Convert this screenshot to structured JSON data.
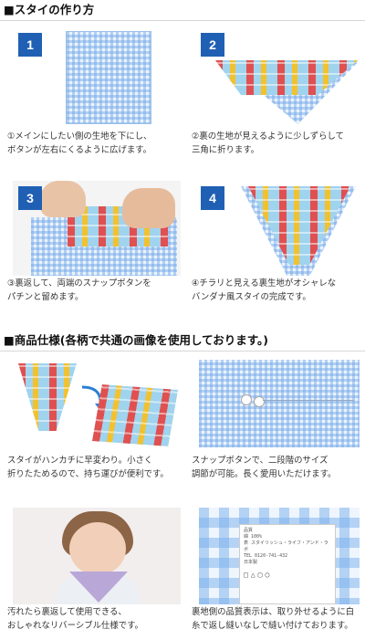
{
  "section1": {
    "title": "■スタイの作り方"
  },
  "steps": [
    {
      "number": "1",
      "caption": "①メインにしたい側の生地を下にし、\nボタンが左右にくるように広げます。"
    },
    {
      "number": "2",
      "caption": "②裏の生地が見えるように少しずらして\n三角に折ります。"
    },
    {
      "number": "3",
      "caption": "③裏返して、両端のスナップボタンを\nパチンと留めます。"
    },
    {
      "number": "4",
      "caption": "④チラリと見える裏生地がオシャレな\nバンダナ風スタイの完成です。"
    }
  ],
  "section2": {
    "title": "■商品仕様(各柄で共通の画像を使用しております。)"
  },
  "features": [
    {
      "caption": "スタイがハンカチに早変わり。小さく\n折りたためるので、持ち運びが便利です。"
    },
    {
      "caption": "スナップボタンで、二段階のサイズ\n調節が可能。長く愛用いただけます。"
    },
    {
      "caption": "汚れたら裏返して使用できる、\nおしゃれなリバーシブル仕様です。"
    },
    {
      "caption": "裏地側の品質表示は、取り外せるように白\n糸で返し縫いなしで縫い付けております。"
    }
  ],
  "care_label": {
    "lines": [
      "品質",
      "綿 100%",
      "表 スタイリッシュ・ライフ・アンド・ラボ",
      "TEL 0120-741-432",
      "日本製"
    ]
  },
  "colors": {
    "badge": "#2060b4",
    "rule": "#d8d8d8",
    "arrow": "#2a7fd4"
  }
}
